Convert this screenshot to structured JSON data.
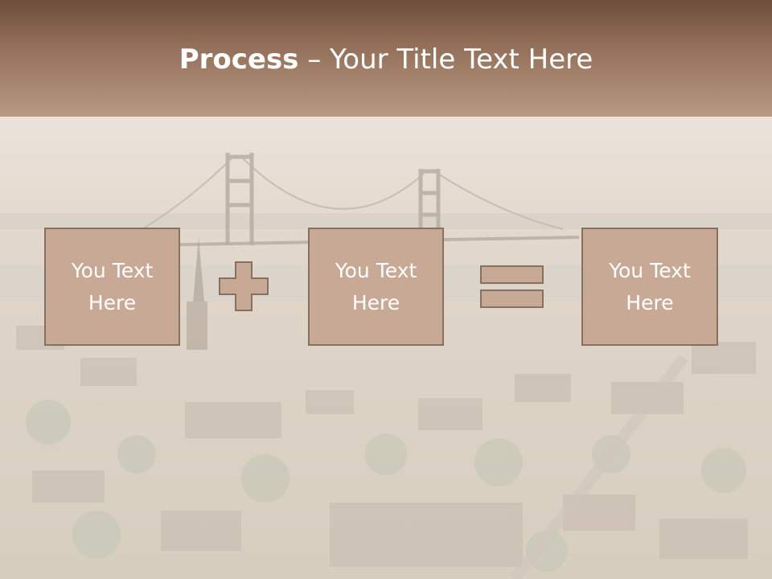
{
  "slide": {
    "title_bold": "Process",
    "title_rest": " – Your Title Text Here",
    "steps": [
      {
        "label": "You Text Here"
      },
      {
        "label": "You Text Here"
      },
      {
        "label": "You Text Here"
      }
    ],
    "operators": [
      "plus-icon",
      "equals-icon"
    ]
  },
  "colors": {
    "header_top": "#6d4e3c",
    "header_bottom": "#b89982",
    "box_fill": "#c8a996",
    "box_border": "#86705f",
    "text": "#ffffff"
  }
}
